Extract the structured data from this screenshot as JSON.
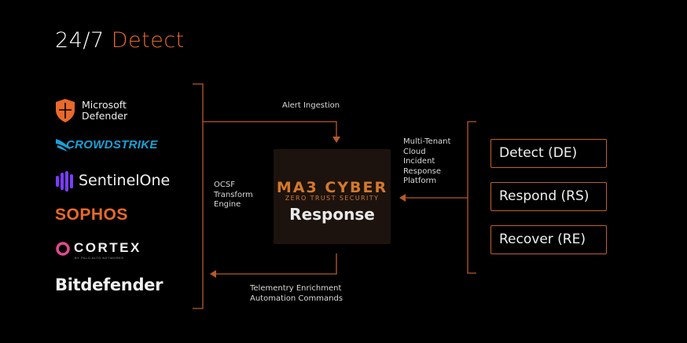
{
  "title": {
    "prefix": "24/7",
    "highlight": "Detect"
  },
  "sources": {
    "microsoft": {
      "line1": "Microsoft",
      "line2": "Defender"
    },
    "crowdstrike": "CROWDSTRIKE",
    "sentinelone": "SentinelOne",
    "sophos": "SOPHOS",
    "cortex": "CORTEX",
    "cortex_sub": "BY PALO ALTO NETWORKS",
    "bitdefender": "Bitdefender"
  },
  "labels": {
    "alert_ingestion": "Alert Ingestion",
    "ocsf": [
      "OCSF",
      "Transform",
      "Engine"
    ],
    "multi_tenant": [
      "Multi-Tenant",
      "Cloud",
      "Incident",
      "Response",
      "Platform"
    ],
    "telemetry": [
      "Telementry Enrichment",
      "Automation Commands"
    ]
  },
  "center": {
    "brand": "MA3 CYBER",
    "tagline": "ZERO TRUST SECURITY",
    "name": "Response"
  },
  "functions": [
    "Detect (DE)",
    "Respond (RS)",
    "Recover (RE)"
  ],
  "colors": {
    "accent": "#e8692a",
    "line": "#b85a28",
    "background": "#000000"
  }
}
